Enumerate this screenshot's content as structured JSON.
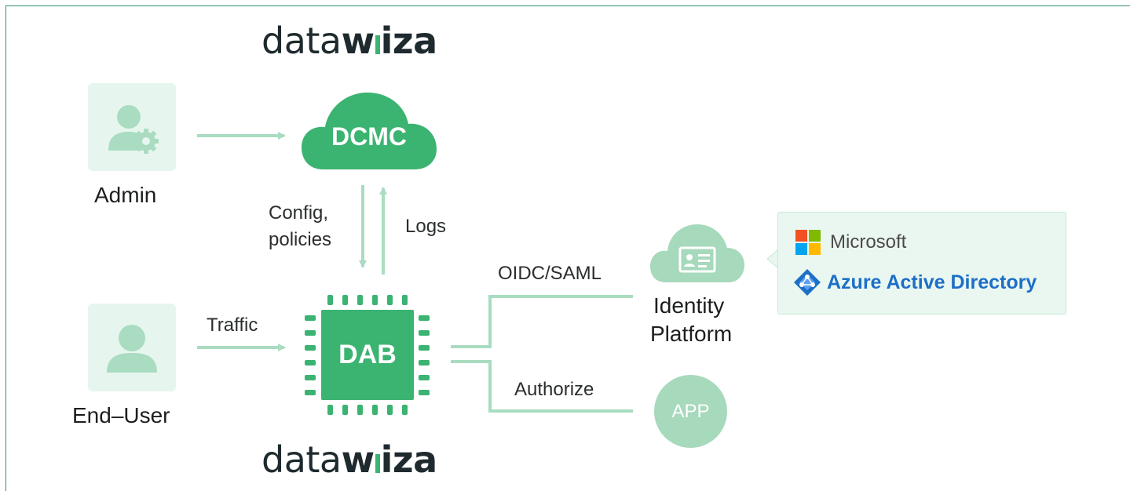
{
  "logos": {
    "top": {
      "prefix": "data",
      "mark": "w",
      "suffix": "iza"
    },
    "bottom": {
      "prefix": "data",
      "mark": "w",
      "suffix": "iza"
    }
  },
  "nodes": {
    "admin": {
      "label": "Admin",
      "icon": "admin-gear-icon"
    },
    "end_user": {
      "label": "End–User",
      "icon": "user-icon"
    },
    "dcmc": {
      "label": "DCMC",
      "icon": "cloud-icon"
    },
    "dab": {
      "label": "DAB",
      "icon": "chip-icon"
    },
    "identity_platform": {
      "label_line1": "Identity",
      "label_line2": "Platform",
      "icon": "id-card-cloud-icon"
    },
    "app": {
      "label": "APP"
    }
  },
  "edges": {
    "config": {
      "line1": "Config,",
      "line2": "policies"
    },
    "logs": "Logs",
    "traffic": "Traffic",
    "oidc": "OIDC/SAML",
    "authorize": "Authorize"
  },
  "identity_providers": [
    {
      "name": "Microsoft",
      "icon": "microsoft-logo-icon"
    },
    {
      "name": "Azure Active Directory",
      "icon": "azure-ad-icon"
    }
  ],
  "colors": {
    "primary_green": "#3bb371",
    "light_green": "#a7d9bc",
    "tile_bg": "#e6f6ee",
    "arrow": "#a9dcc0",
    "azure_blue": "#1c6fc7",
    "ms_red": "#f25022",
    "ms_green": "#7fba00",
    "ms_blue": "#00a4ef",
    "ms_yellow": "#ffb900"
  }
}
